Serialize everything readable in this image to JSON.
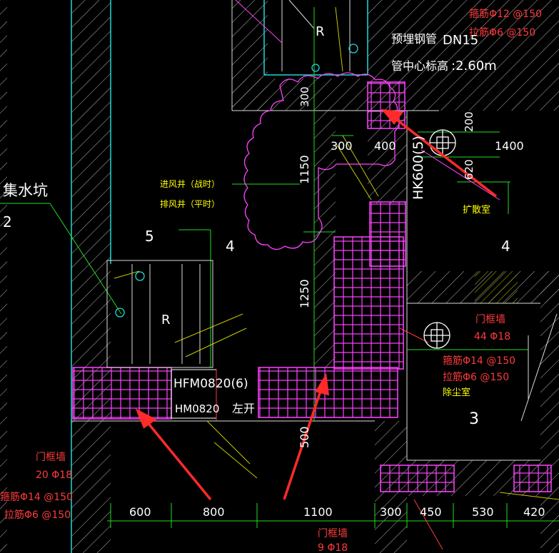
{
  "colors": {
    "background": "#000000",
    "wall_hatch": "#c8c8c8",
    "cyan": "#20d8d8",
    "green": "#22dd22",
    "magenta": "#ff44ff",
    "red": "#ff3b3b",
    "yellow": "#ffff00",
    "white": "#ffffff",
    "olive": "#c8c800",
    "arrow": "#ff2a2a"
  },
  "top_labels": {
    "room_r_top": "R",
    "stirrup_top": "箍筋Φ12 @150",
    "tie_top": "拉筋Φ6 @150",
    "embedded_pipe": "预埋钢管",
    "pipe_size": "DN15",
    "pipe_center_elev": "管中心标高",
    "pipe_elev_value": ":2.60m"
  },
  "dims_upper": {
    "d300_vertical": "300",
    "d400": "400",
    "d300_left": "300",
    "d1400": "1400",
    "d200": "200",
    "d620": "620",
    "d1150": "1150",
    "d1250": "1250",
    "d500": "500"
  },
  "hk_label": "HK600(5)",
  "expansion_room": "扩散室",
  "sump": {
    "name": "集水坑",
    "code": "2"
  },
  "shaft_labels": {
    "inlet": "进风井（战时）",
    "exhaust": "排风井（平时）"
  },
  "room_numbers": {
    "r5": "5",
    "r4_center": "4",
    "r4_right": "4",
    "r3": "3",
    "room_r_mid": "R"
  },
  "door_labels": {
    "door_main": "HFM0820(6)",
    "door_sub": "HM0820",
    "door_open": "左开"
  },
  "right_column": {
    "title": "门框墙",
    "rebar": "44 Φ18",
    "stirrup": "箍筋Φ14 @150",
    "tie": "拉筋Φ6 @150",
    "room": "除尘室"
  },
  "left_column": {
    "title": "门框墙",
    "rebar": "20 Φ18",
    "stirrup": "箍筋Φ14 @150",
    "tie": "拉筋Φ6 @150"
  },
  "bottom_column": {
    "title": "门框墙",
    "rebar": "9 Φ18"
  },
  "dims_bottom": {
    "d600": "600",
    "d800": "800",
    "d1100": "1100",
    "d300": "300",
    "d450": "450",
    "d530": "530",
    "d420": "420"
  }
}
